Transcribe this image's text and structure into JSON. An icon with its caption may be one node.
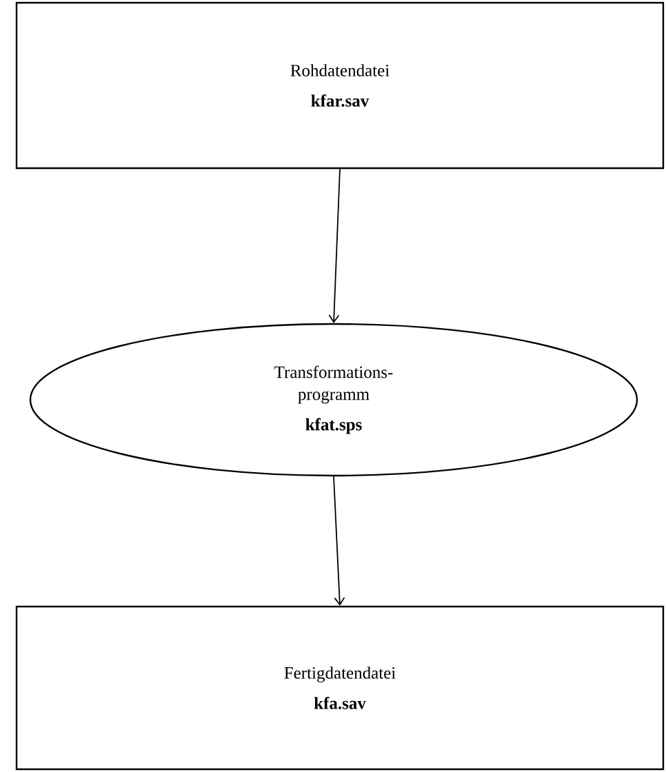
{
  "diagram": {
    "nodes": [
      {
        "text": [
          "Rohdatendatei",
          "kfar.sav"
        ]
      },
      {
        "text": [
          "Transformations- programm",
          "kfat.sps"
        ]
      },
      {
        "text": [
          "Fertigdatendatei",
          "kfa.sav"
        ]
      }
    ],
    "edges": [
      {
        "from": 0,
        "to": 1,
        "arrow": "to"
      },
      {
        "from": 1,
        "to": 2,
        "arrow": "to"
      }
    ]
  }
}
